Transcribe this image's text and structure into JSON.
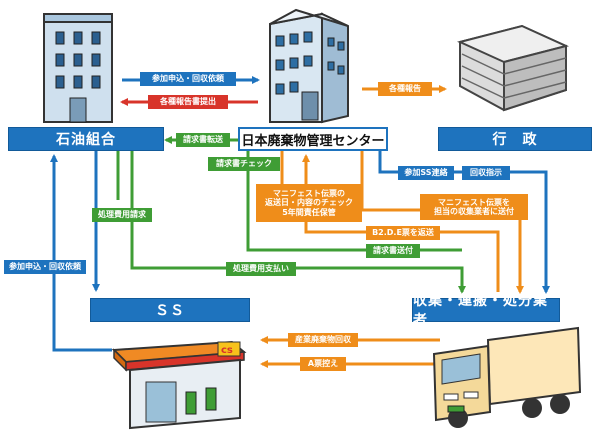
{
  "nodes": {
    "oil_union": "石油組合",
    "center": "日本廃棄物管理センター",
    "gov": "行　政",
    "ss": "ＳＳ",
    "collector": "収集・運搬・処分業者"
  },
  "flows": {
    "join_collect_request_top": "参加申込・回収依頼",
    "report_submit": "各種報告書提出",
    "various_reports": "各種報告",
    "billing_transfer": "請求書転送",
    "billing_check": "請求書チェック",
    "join_ss_contact": "参加SS連絡",
    "collect_instruction": "回収指示",
    "manifest_check": [
      "マニフェスト伝票の",
      "返送日・内容のチェック",
      "5年間責任保管"
    ],
    "manifest_send": [
      "マニフェスト伝票を",
      "担当の収集業者に送付"
    ],
    "b2de_return": "B2.D.E票を返送",
    "invoice_send": "請求書送付",
    "processing_fee_request": "処理費用請求",
    "processing_fee_payment": "処理費用支払い",
    "join_collect_request_left": "参加申込・回収依頼",
    "industrial_waste_collection": "産業廃棄物回収",
    "a_slip_copy": "A票控え"
  },
  "colors": {
    "blue": "#1e73be",
    "red": "#d8342a",
    "orange": "#ef8d1a",
    "green": "#3f9d35"
  }
}
